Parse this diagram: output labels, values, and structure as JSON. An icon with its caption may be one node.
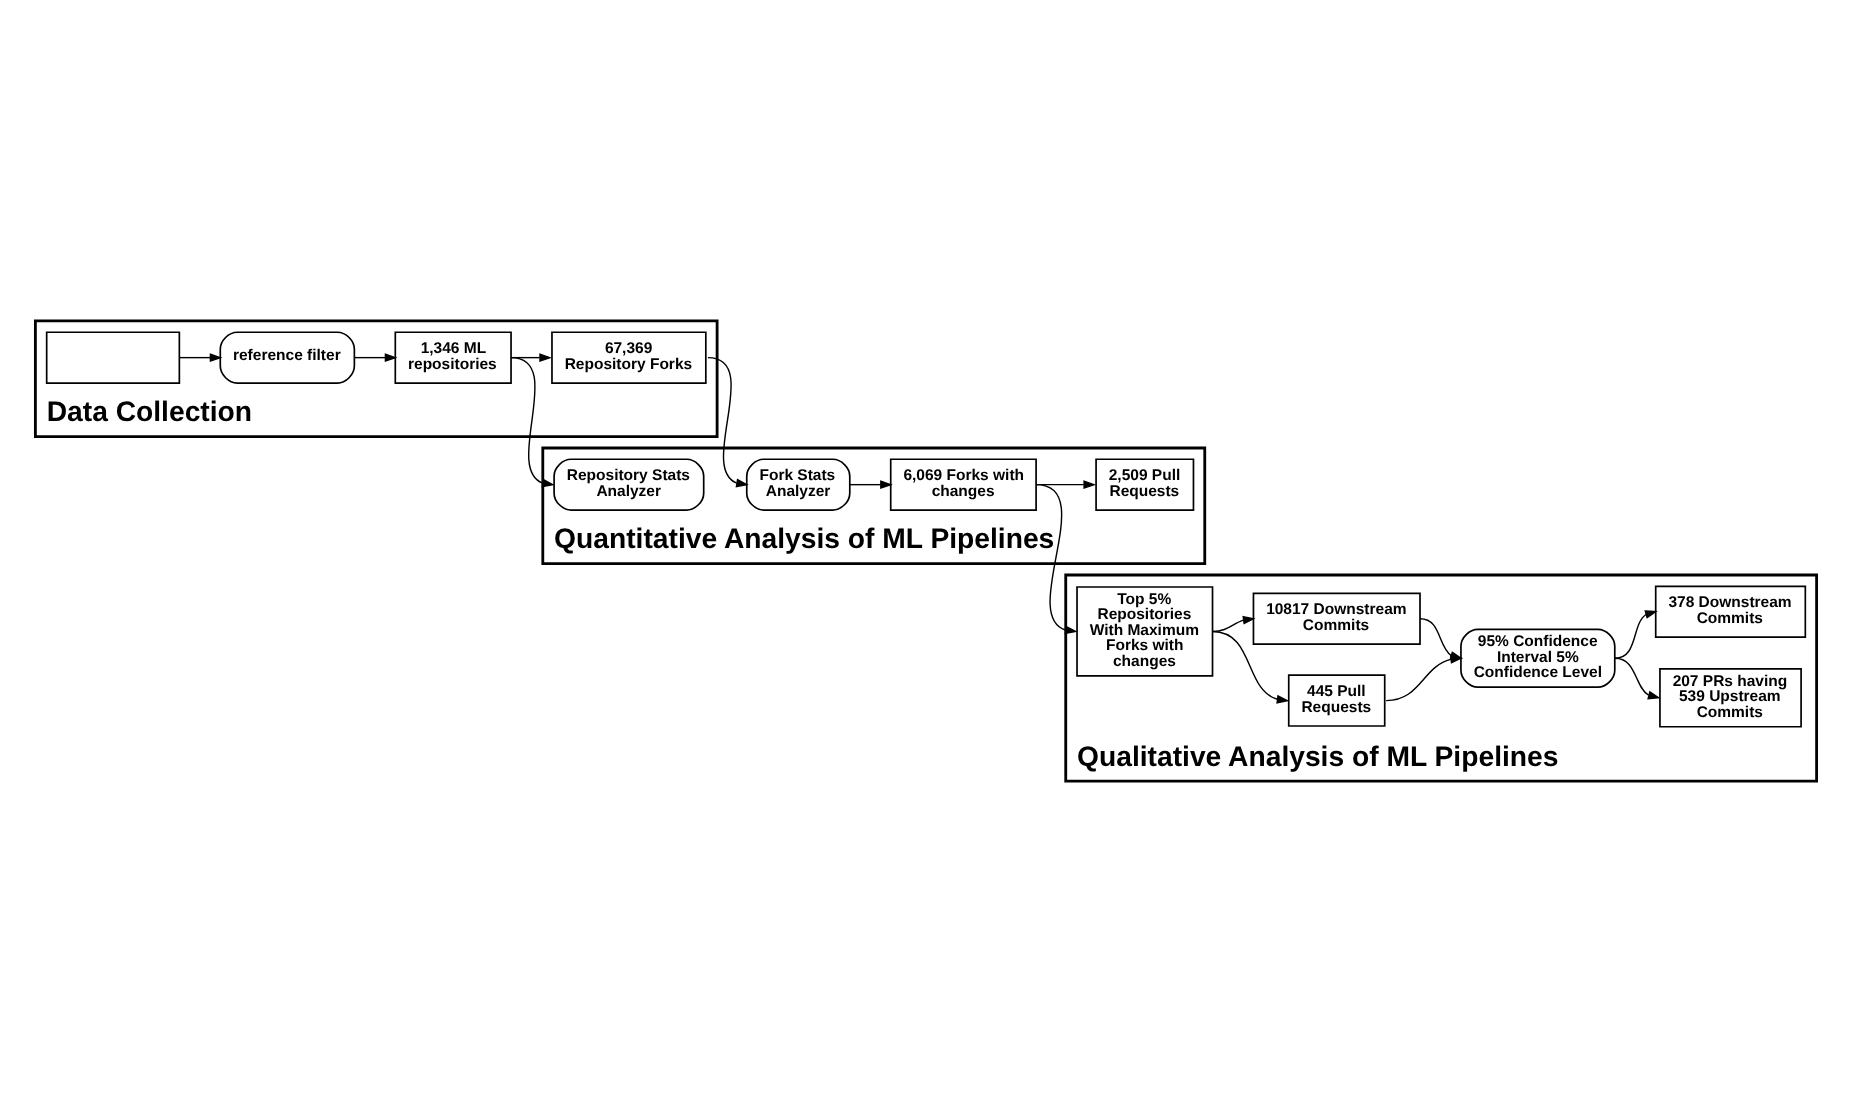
{
  "diagram": {
    "nodes": [
      {
        "text": [
          "Data Collection"
        ]
      },
      {
        "text": [],
        "shape": "box",
        "in": 0
      },
      {
        "text": [
          "reference filter"
        ],
        "in": 0
      },
      {
        "text": [
          "1,346 ML repositories"
        ],
        "in": 0
      },
      {
        "text": [
          "67,369 Repository Forks"
        ],
        "in": 0
      },
      {
        "text": [
          "Qualitative Analysis of ML Pipelines"
        ]
      },
      {
        "text": [
          "207 PRs having 539 Upstream Commits"
        ],
        "in": 5
      },
      {
        "text": [
          "378 Downstream Commits"
        ],
        "in": 5
      },
      {
        "text": [
          "95% Confidence Interval 5% Confidence Level"
        ],
        "in": 5
      },
      {
        "text": [
          "445 Pull Requests"
        ],
        "in": 5
      },
      {
        "text": [
          "10817 Downstream Commits"
        ],
        "in": 5
      },
      {
        "text": [
          "Top 5% Repositories With Maximum Forks with changes"
        ],
        "in": 5
      },
      {
        "text": [
          "Quantitative Analysis of ML Pipelines"
        ]
      },
      {
        "text": [
          "Repository Stats Analyzer"
        ],
        "in": 12
      },
      {
        "text": [
          "Fork Stats Analyzer"
        ],
        "in": 12
      },
      {
        "text": [
          "6,069 Forks with changes"
        ],
        "in": 12
      },
      {
        "text": [
          "2,509 Pull Requests"
        ],
        "in": 12
      }
    ],
    "edges": [
      {
        "from": 1,
        "to": 2,
        "arrow": "to"
      },
      {
        "from": 2,
        "to": 3,
        "arrow": "to"
      },
      {
        "from": 3,
        "to": 4,
        "arrow": "to"
      },
      {
        "from": 3,
        "to": 13,
        "arrow": "to"
      },
      {
        "from": 4,
        "to": 14,
        "arrow": "to"
      },
      {
        "from": 14,
        "to": 15,
        "arrow": "to"
      },
      {
        "from": 15,
        "to": 16,
        "arrow": "to"
      },
      {
        "from": 15,
        "to": 11,
        "arrow": "to"
      },
      {
        "from": 11,
        "to": 9,
        "arrow": "to"
      },
      {
        "from": 11,
        "to": 10,
        "arrow": "to"
      },
      {
        "from": 9,
        "to": 8,
        "arrow": "to"
      },
      {
        "from": 10,
        "to": 8,
        "arrow": "to"
      },
      {
        "from": 8,
        "to": 6,
        "arrow": "to"
      },
      {
        "from": 8,
        "to": 7,
        "arrow": "to"
      }
    ]
  }
}
